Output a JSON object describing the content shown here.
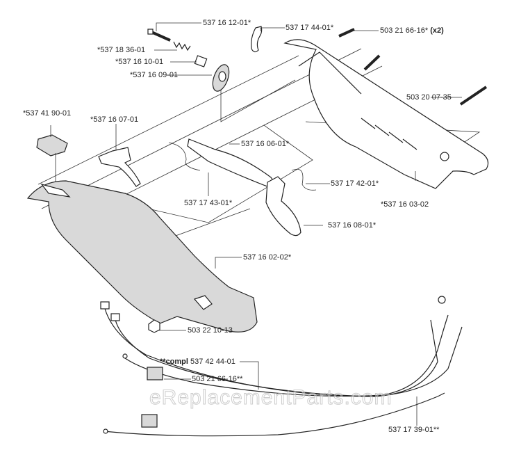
{
  "title": "Handle / throttle assembly exploded parts diagram",
  "watermark": "eReplacementParts.com",
  "parts": [
    {
      "id": "spring-pin",
      "label": "537 16 12-01*"
    },
    {
      "id": "spring",
      "label": "*537 18 36-01"
    },
    {
      "id": "sleeve",
      "label": "*537 16 10-01"
    },
    {
      "id": "ratchet-wheel",
      "label": "*537 16 09-01"
    },
    {
      "id": "clip",
      "label": "537 17 44-01*"
    },
    {
      "id": "screw-pair",
      "label": "503 21 66-16*",
      "qty": "(x2)"
    },
    {
      "id": "long-screw",
      "label": "503 20 07-35"
    },
    {
      "id": "stop-switch",
      "label": "*537 41 90-01"
    },
    {
      "id": "throttle-lock",
      "label": "*537 16 07-01"
    },
    {
      "id": "lever",
      "label": "537 16 06-01*"
    },
    {
      "id": "spring-small",
      "label": "537 17 43-01*"
    },
    {
      "id": "spring-trigger",
      "label": "537 17 42-01*"
    },
    {
      "id": "handle-half",
      "label": "*537 16 03-02"
    },
    {
      "id": "trigger",
      "label": "537 16 08-01*"
    },
    {
      "id": "handle-housing",
      "label": "537 16 02-02*"
    },
    {
      "id": "nut",
      "label": "503 22 10-13"
    },
    {
      "id": "cable-kit",
      "prefix": "**compl",
      "label": "537 42 44-01"
    },
    {
      "id": "cable-screw",
      "label": "503 21 66-16**"
    },
    {
      "id": "throttle-cable",
      "label": "537 17 39-01**"
    }
  ]
}
